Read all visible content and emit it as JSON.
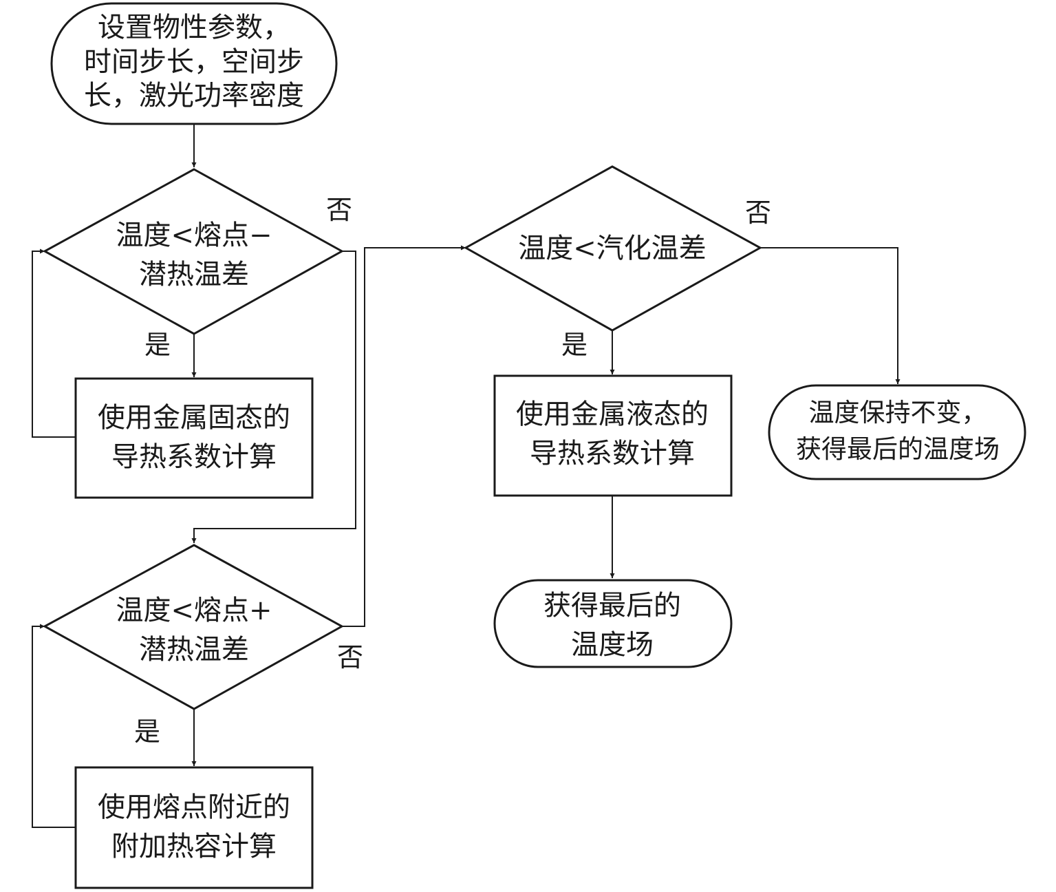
{
  "diagram": {
    "nodes": {
      "start": {
        "lines": [
          "设置物性参数，",
          "时间步长，空间步",
          "长，激光功率密度"
        ]
      },
      "decision1": {
        "lines": [
          "温度<熔点−",
          "潜热温差"
        ]
      },
      "solid_calc": {
        "lines": [
          "使用金属固态的",
          "导热系数计算"
        ]
      },
      "decision2": {
        "lines": [
          "温度<熔点+",
          "潜热温差"
        ]
      },
      "melt_calc": {
        "lines": [
          "使用熔点附近的",
          "附加热容计算"
        ]
      },
      "decision3": {
        "lines": [
          "温度<汽化温差"
        ]
      },
      "liquid_calc": {
        "lines": [
          "使用金属液态的",
          "导热系数计算"
        ]
      },
      "end_liquid": {
        "lines": [
          "获得最后的",
          "温度场"
        ]
      },
      "end_constant": {
        "lines": [
          "温度保持不变，",
          "获得最后的温度场"
        ]
      }
    },
    "edge_labels": {
      "d1_no": "否",
      "d1_yes": "是",
      "d2_no": "否",
      "d2_yes": "是",
      "d3_no": "否",
      "d3_yes": "是"
    }
  }
}
